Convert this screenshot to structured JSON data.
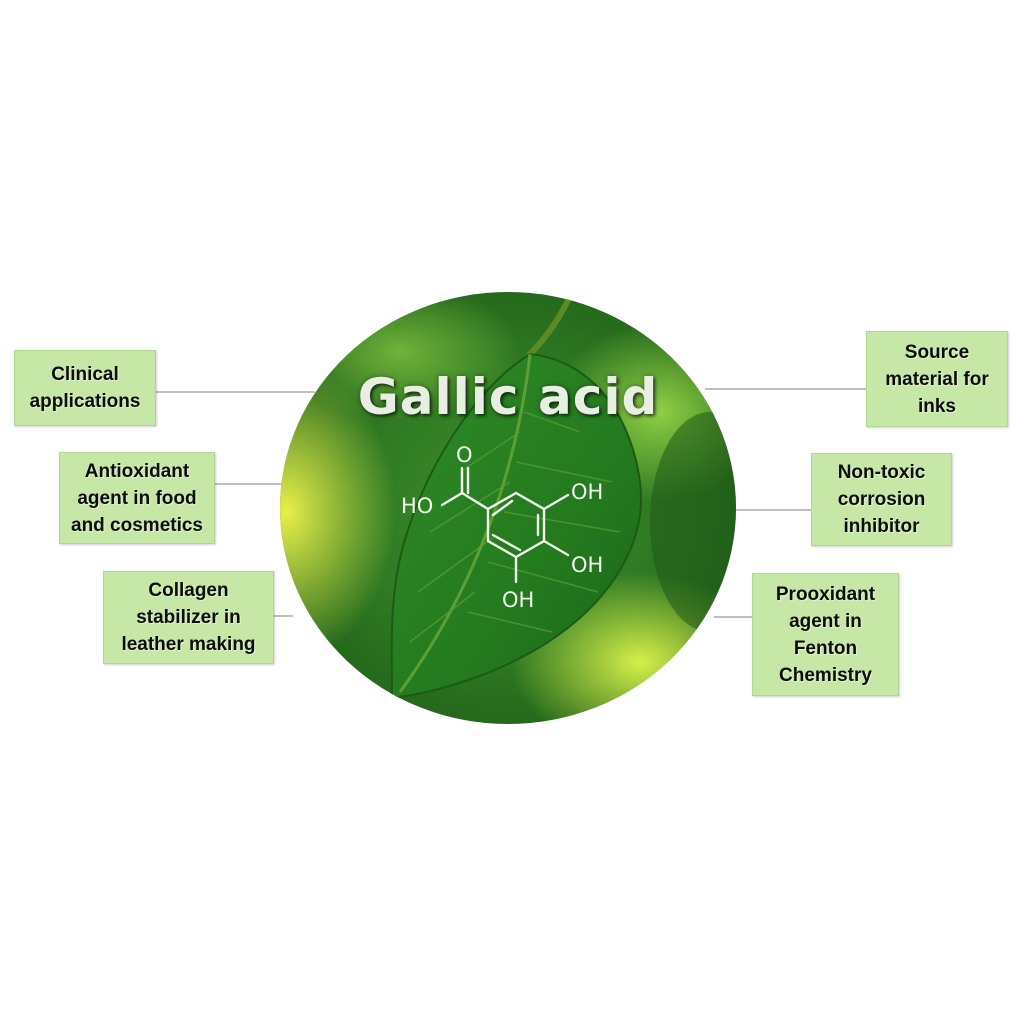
{
  "hub": {
    "title": "Gallic acid",
    "molecule": {
      "carbonyl_o": "O",
      "hydroxyl_left": "HO",
      "hydroxyl_top": "OH",
      "hydroxyl_mid": "OH",
      "hydroxyl_bottom": "OH"
    }
  },
  "left_labels": [
    "Clinical\napplications",
    "Antioxidant\nagent in food\nand cosmetics",
    "Collagen\nstabilizer in\nleather making"
  ],
  "right_labels": [
    "Source\nmaterial for\ninks",
    "Non-toxic\ncorrosion\ninhibitor",
    "Prooxidant\nagent in\nFenton\nChemistry"
  ],
  "colors": {
    "label_fill": "#c6e7a6",
    "connector": "#9a9a9a",
    "leaf_dark": "#2f7a23",
    "leaf_light": "#c7e637"
  }
}
